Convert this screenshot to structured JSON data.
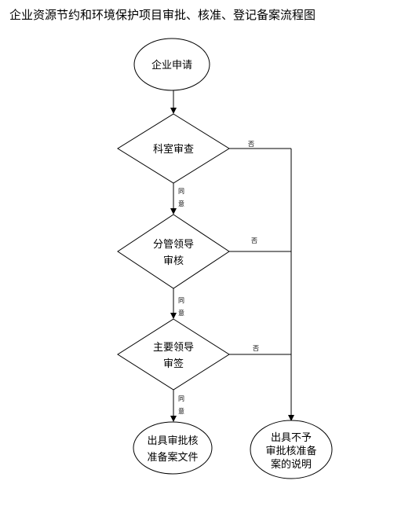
{
  "title": "企业资源节约和环境保护项目审批、核准、登记备案流程图",
  "nodes": {
    "start": "企业申请",
    "d1": "科室审查",
    "d2": [
      "分管领导",
      "审核"
    ],
    "d3": [
      "主要领导",
      "审签"
    ],
    "end_yes": [
      "出具审批核",
      "准备案文件"
    ],
    "end_no": [
      "出具不予",
      "审批核准备",
      "案的说明"
    ]
  },
  "labels": {
    "yes": [
      "同",
      "意"
    ],
    "no": "否"
  }
}
